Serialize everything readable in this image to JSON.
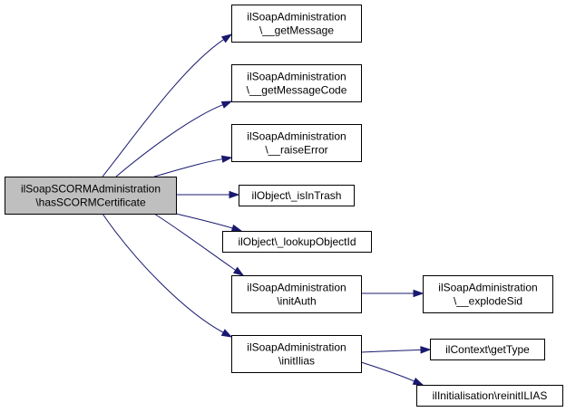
{
  "diagram": {
    "nodes": [
      {
        "id": "root",
        "lines": [
          "ilSoapSCORMAdministration",
          "\\hasSCORMCertificate"
        ],
        "highlighted": true
      },
      {
        "id": "getMessage",
        "lines": [
          "ilSoapAdministration",
          "\\__getMessage"
        ]
      },
      {
        "id": "getMessageCode",
        "lines": [
          "ilSoapAdministration",
          "\\__getMessageCode"
        ]
      },
      {
        "id": "raiseError",
        "lines": [
          "ilSoapAdministration",
          "\\__raiseError"
        ]
      },
      {
        "id": "isInTrash",
        "lines": [
          "ilObject\\_isInTrash"
        ]
      },
      {
        "id": "lookupObjectId",
        "lines": [
          "ilObject\\_lookupObjectId"
        ]
      },
      {
        "id": "initAuth",
        "lines": [
          "ilSoapAdministration",
          "\\initAuth"
        ]
      },
      {
        "id": "explodeSid",
        "lines": [
          "ilSoapAdministration",
          "\\__explodeSid"
        ]
      },
      {
        "id": "initIlias",
        "lines": [
          "ilSoapAdministration",
          "\\initIlias"
        ]
      },
      {
        "id": "getType",
        "lines": [
          "ilContext\\getType"
        ]
      },
      {
        "id": "reinitILIAS",
        "lines": [
          "ilInitialisation\\reinitILIAS"
        ]
      }
    ],
    "edges": [
      {
        "from": "root",
        "to": "getMessage"
      },
      {
        "from": "root",
        "to": "getMessageCode"
      },
      {
        "from": "root",
        "to": "raiseError"
      },
      {
        "from": "root",
        "to": "isInTrash"
      },
      {
        "from": "root",
        "to": "lookupObjectId"
      },
      {
        "from": "root",
        "to": "initAuth"
      },
      {
        "from": "root",
        "to": "initIlias"
      },
      {
        "from": "initAuth",
        "to": "explodeSid"
      },
      {
        "from": "initIlias",
        "to": "getType"
      },
      {
        "from": "initIlias",
        "to": "reinitILIAS"
      }
    ],
    "colors": {
      "highlight_fill": "#bfbfbf",
      "node_fill": "#ffffff",
      "border": "#000000",
      "edge": "#191970"
    }
  }
}
